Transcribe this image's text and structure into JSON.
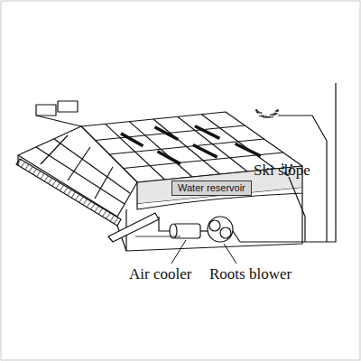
{
  "diagram": {
    "nodes": [
      {
        "text": [
          "Water reservoir"
        ]
      }
    ],
    "labels": [
      "Ski slope",
      "Air cooler",
      "Roots blower"
    ]
  }
}
